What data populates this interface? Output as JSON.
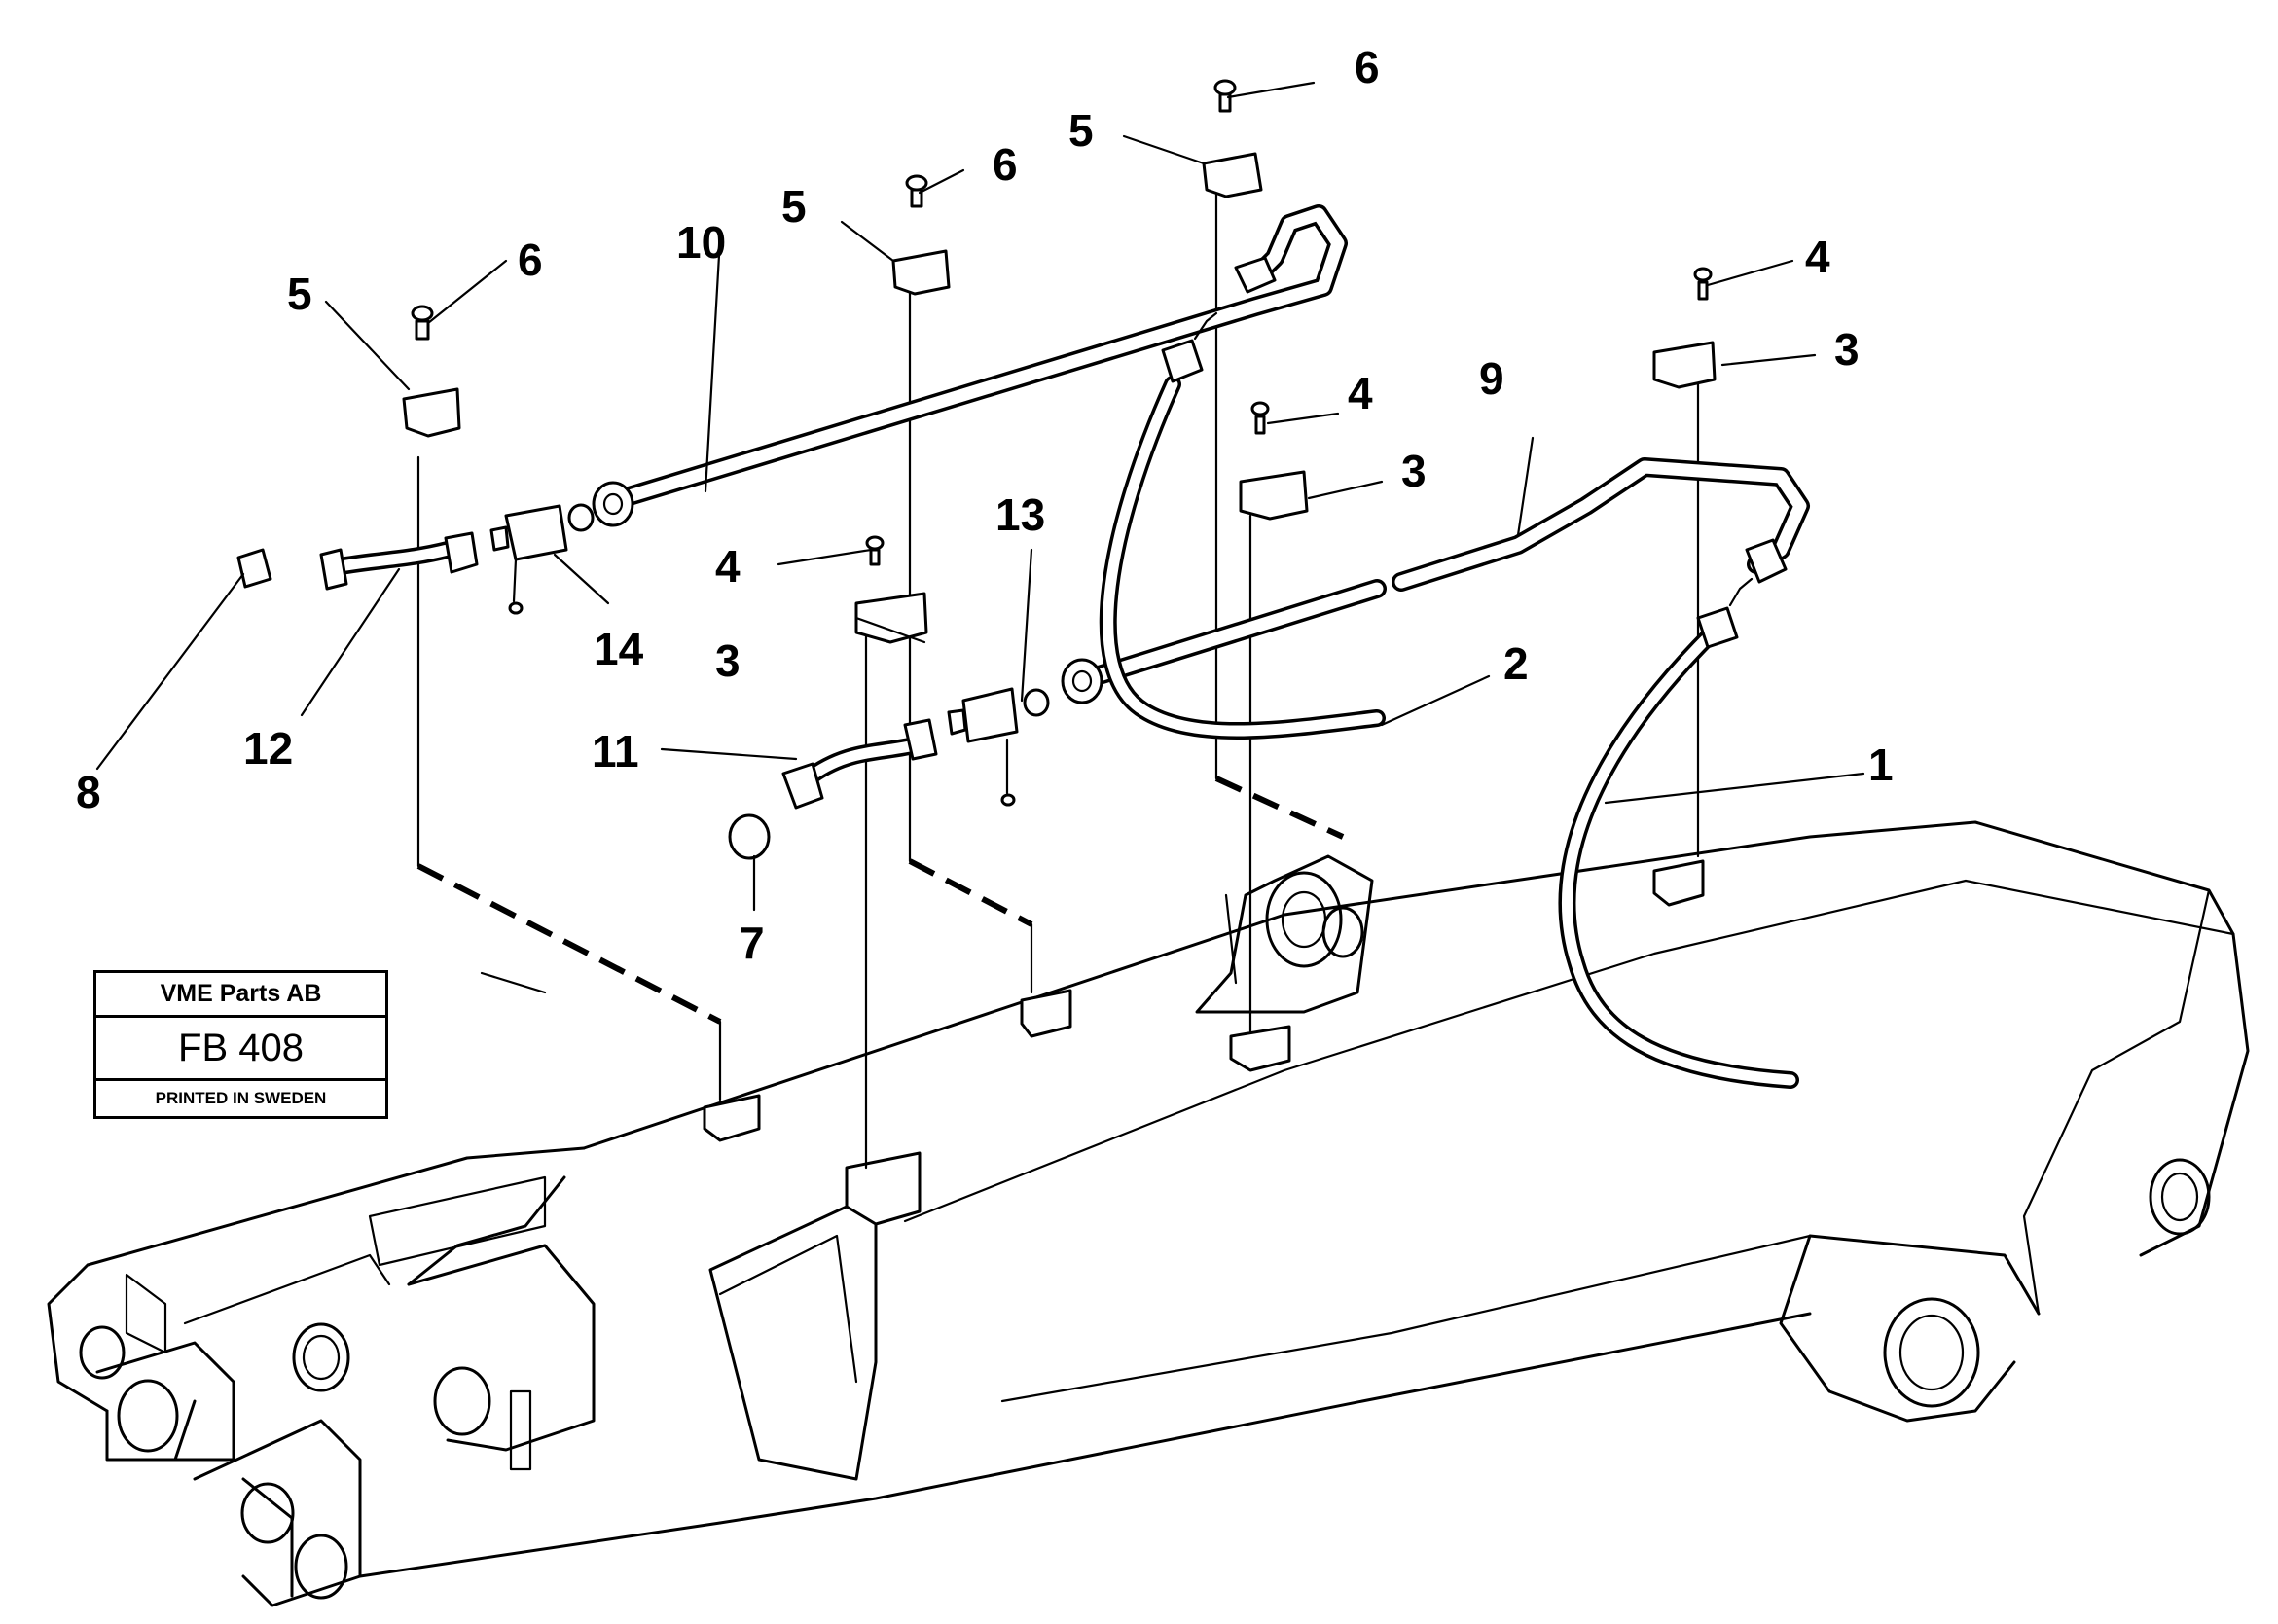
{
  "callouts": {
    "c1": "1",
    "c2": "2",
    "c3a": "3",
    "c3b": "3",
    "c3c": "3",
    "c4a": "4",
    "c4b": "4",
    "c4c": "4",
    "c5a": "5",
    "c5b": "5",
    "c5c": "5",
    "c6a": "6",
    "c6b": "6",
    "c6c": "6",
    "c7": "7",
    "c8": "8",
    "c9": "9",
    "c10": "10",
    "c11": "11",
    "c12": "12",
    "c13": "13",
    "c14": "14"
  },
  "title_block": {
    "company": "VME Parts AB",
    "figure_code": "FB 408",
    "printed": "PRINTED IN SWEDEN"
  }
}
